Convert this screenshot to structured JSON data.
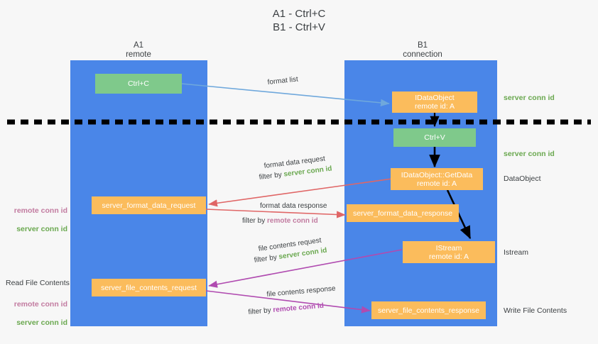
{
  "title": "A1 - Ctrl+C\nB1 - Ctrl+V",
  "lanes": [
    {
      "name": "A1",
      "sub": "remote"
    },
    {
      "name": "B1",
      "sub": "connection"
    }
  ],
  "nodes": {
    "ctrl_c": "Ctrl+C",
    "ctrl_v": "Ctrl+V",
    "idataobject": "IDataObject\nremote id: A",
    "getdata": "IDataObject::GetData\nremote id: A",
    "istream": "IStream\nremote id: A",
    "format_data_request": "server_format_data_request",
    "format_data_response": "server_format_data_response",
    "file_contents_request": "server_file_contents_request",
    "file_contents_response": "server_file_contents_response"
  },
  "edges": {
    "format_list": "format list",
    "format_data_request_l1": "format data request",
    "format_data_request_filter_prefix": "filter by ",
    "format_data_request_filter_value": "server conn id",
    "format_data_response_l1": "format data response",
    "format_data_response_filter_prefix": "filter by ",
    "format_data_response_filter_value": "remote conn id",
    "file_contents_request_l1": "file contents request",
    "file_contents_request_filter_prefix": "filter by ",
    "file_contents_request_filter_value": "server conn id",
    "file_contents_response_l1": "file contents response",
    "file_contents_response_filter_prefix": "filter by ",
    "file_contents_response_filter_value": "remote conn id"
  },
  "right_labels": {
    "server_conn_id_top": "server conn id",
    "server_conn_id_mid": "server conn id",
    "dataobject": "DataObject",
    "istream": "Istream",
    "write_file_contents": "Write File Contents"
  },
  "left_labels": {
    "conn_ids_upper": {
      "remote": "remote conn id",
      "server": "server conn id"
    },
    "read_file_contents": "Read File Contents",
    "conn_ids_lower": {
      "remote": "remote conn id",
      "server": "server conn id"
    }
  },
  "colors": {
    "lane": "#4a86e8",
    "green_box": "#7fc98b",
    "orange_box": "#fbbc5c",
    "blue_arrow": "#6fa8dc",
    "red_arrow": "#e06666",
    "magenta_arrow": "#b04bb0",
    "black_arrow": "#000000",
    "server_conn_id": "#6aa84f",
    "remote_conn_id": "#c27ba0",
    "background": "#f7f7f7"
  }
}
